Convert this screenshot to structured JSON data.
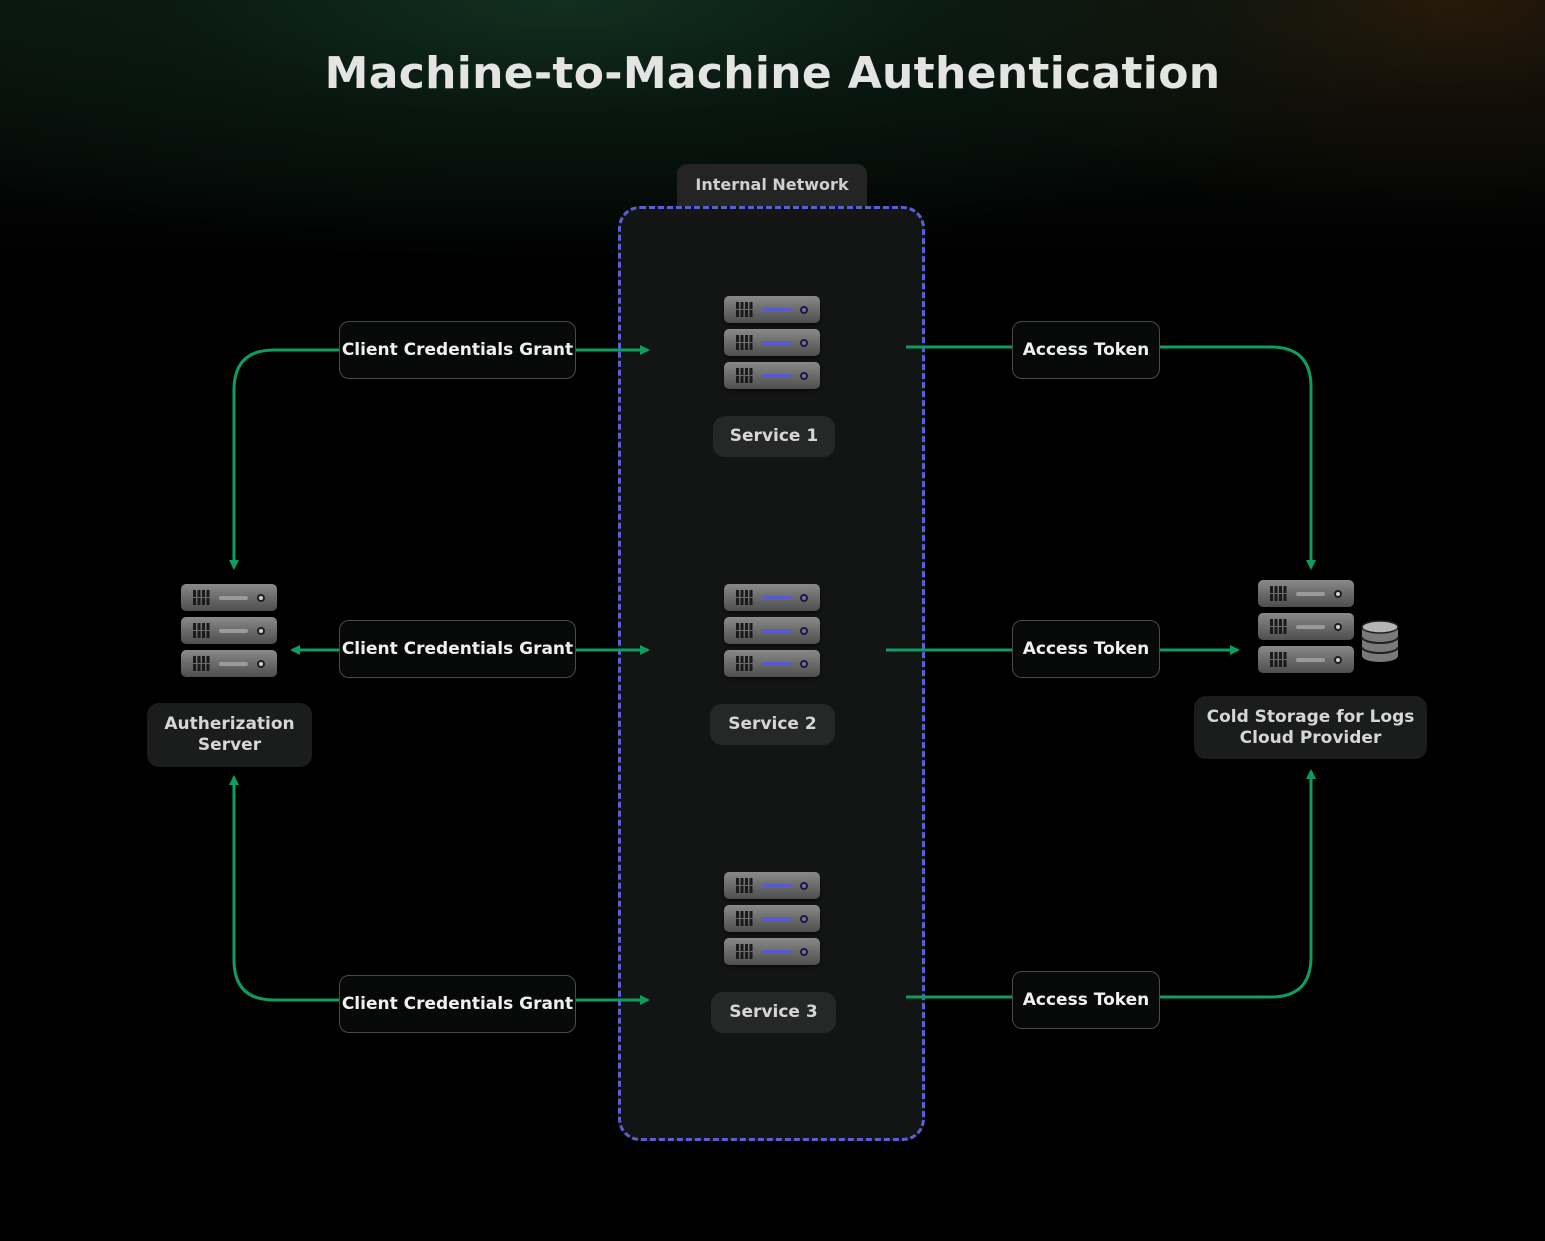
{
  "title": "Machine-to-Machine Authentication",
  "internal_network": {
    "label": "Internal Network",
    "border_color": "#5b5fd6"
  },
  "colors": {
    "arrow": "#0f9d5f",
    "background": "#000000",
    "pill_border": "#4a4a4a"
  },
  "nodes": {
    "auth_server": {
      "label_lines": [
        "Autherization",
        "Server"
      ],
      "icon": "server-rack-icon"
    },
    "service_1": {
      "label": "Service 1",
      "icon": "server-rack-icon"
    },
    "service_2": {
      "label": "Service 2",
      "icon": "server-rack-icon"
    },
    "service_3": {
      "label": "Service 3",
      "icon": "server-rack-icon"
    },
    "cold_storage": {
      "label_lines": [
        "Cold Storage for Logs",
        "Cloud Provider"
      ],
      "icon": "server-rack-icon",
      "extra_icon": "database-icon"
    }
  },
  "edges": [
    {
      "id": "grant-1",
      "label": "Client Credentials Grant",
      "from": "auth_server",
      "to": "service_1"
    },
    {
      "id": "grant-2",
      "label": "Client Credentials Grant",
      "from": "service_2",
      "to": "auth_server",
      "bidirectional": true
    },
    {
      "id": "grant-3",
      "label": "Client Credentials Grant",
      "from": "auth_server",
      "to": "service_3"
    },
    {
      "id": "token-1",
      "label": "Access Token",
      "from": "service_1",
      "to": "cold_storage"
    },
    {
      "id": "token-2",
      "label": "Access Token",
      "from": "service_2",
      "to": "cold_storage"
    },
    {
      "id": "token-3",
      "label": "Access Token",
      "from": "service_3",
      "to": "cold_storage"
    }
  ]
}
